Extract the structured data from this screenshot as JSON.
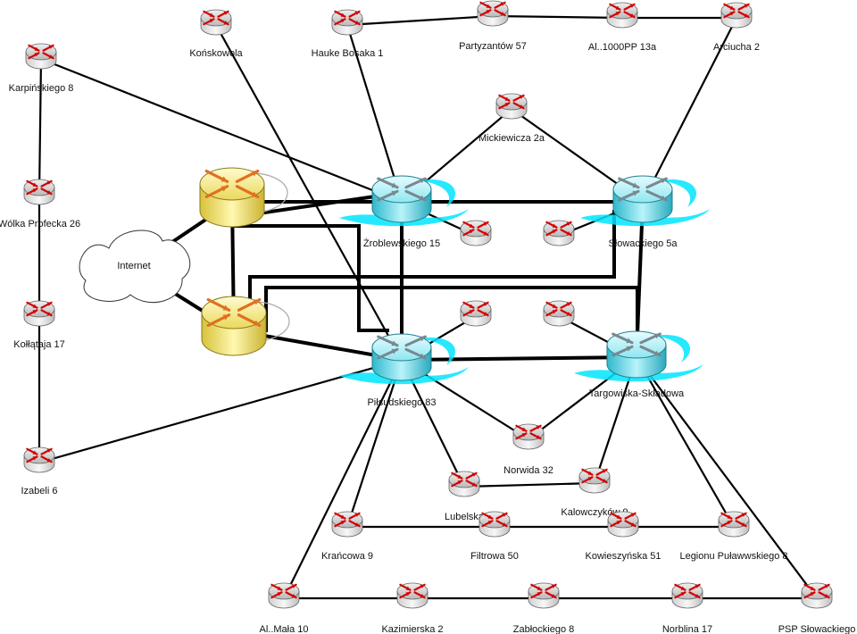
{
  "colors": {
    "router_top": "#c0c0c0",
    "router_side": "#e2e2e2",
    "router_arrow": "#d40000",
    "core_router": "#55d8e8",
    "core_glow": "#00e5ff",
    "border_router": "#f2e66b",
    "border_arrow": "#e07020",
    "line": "#000000"
  },
  "cloud": {
    "label": "Internet"
  },
  "routers": [
    {
      "id": "konskowola",
      "label": "Końskowola",
      "kind": "small"
    },
    {
      "id": "hauke",
      "label": "Hauke Bosaka 1",
      "kind": "small"
    },
    {
      "id": "partyzantow",
      "label": "Partyzantów 57",
      "kind": "small"
    },
    {
      "id": "al1000pp",
      "label": "Al..1000PP 13a",
      "kind": "small"
    },
    {
      "id": "arciucha",
      "label": "Arciucha 2",
      "kind": "small"
    },
    {
      "id": "karpinskiego",
      "label": "Karpińskiego 8",
      "kind": "small"
    },
    {
      "id": "mickiewicza",
      "label": "Mickiewicza 2a",
      "kind": "small"
    },
    {
      "id": "wolka",
      "label": "Wólka Profecka 26",
      "kind": "small"
    },
    {
      "id": "border1",
      "label": "",
      "kind": "border"
    },
    {
      "id": "border2",
      "label": "",
      "kind": "border"
    },
    {
      "id": "zroblewskiego",
      "label": "Żroblewskiego 15",
      "kind": "core"
    },
    {
      "id": "slowackiego",
      "label": "Słowackiego 5a",
      "kind": "core"
    },
    {
      "id": "unl1",
      "label": "",
      "kind": "small"
    },
    {
      "id": "unl2",
      "label": "",
      "kind": "small"
    },
    {
      "id": "unl3",
      "label": "",
      "kind": "small"
    },
    {
      "id": "unl4",
      "label": "",
      "kind": "small"
    },
    {
      "id": "kollataja",
      "label": "Kołłątaja 17",
      "kind": "small"
    },
    {
      "id": "pilsudskiego",
      "label": "Piłsudskiego 83",
      "kind": "core"
    },
    {
      "id": "targowiska",
      "label": "Targowiska-Składowa",
      "kind": "core"
    },
    {
      "id": "norwida",
      "label": "Norwida 32",
      "kind": "small"
    },
    {
      "id": "izabeli",
      "label": "Izabeli 6",
      "kind": "small"
    },
    {
      "id": "lubelska",
      "label": "Lubelska",
      "kind": "small"
    },
    {
      "id": "kalowczykow",
      "label": "Kalowczyków 9",
      "kind": "small"
    },
    {
      "id": "krancowa",
      "label": "Krańcowa 9",
      "kind": "small"
    },
    {
      "id": "filtrowa",
      "label": "Filtrowa 50",
      "kind": "small"
    },
    {
      "id": "kowieszynska",
      "label": "Kowieszyńska 51",
      "kind": "small"
    },
    {
      "id": "legionu",
      "label": "Legionu Puławwskiego 8",
      "kind": "small"
    },
    {
      "id": "almala",
      "label": "Al..Mała 10",
      "kind": "small"
    },
    {
      "id": "kazimierska",
      "label": "Kazimierska 2",
      "kind": "small"
    },
    {
      "id": "zablockiego",
      "label": "Zabłockiego 8",
      "kind": "small"
    },
    {
      "id": "norblina",
      "label": "Norblina 17",
      "kind": "small"
    },
    {
      "id": "psp",
      "label": "PSP Słowackiego",
      "kind": "small"
    }
  ],
  "links": [
    {
      "from": "hauke",
      "to": "partyzantow",
      "w": "thin"
    },
    {
      "from": "partyzantow",
      "to": "al1000pp",
      "w": "thin"
    },
    {
      "from": "al1000pp",
      "to": "arciucha",
      "w": "thin"
    },
    {
      "from": "hauke",
      "to": "zroblewskiego",
      "w": "thin"
    },
    {
      "from": "konskowola",
      "to": "pilsudskiego",
      "w": "thin"
    },
    {
      "from": "arciucha",
      "to": "slowackiego",
      "w": "thin"
    },
    {
      "from": "mickiewicza",
      "to": "zroblewskiego",
      "w": "thin"
    },
    {
      "from": "mickiewicza",
      "to": "slowackiego",
      "w": "thin"
    },
    {
      "from": "karpinskiego",
      "to": "zroblewskiego",
      "w": "thin"
    },
    {
      "from": "karpinskiego",
      "to": "wolka",
      "w": "thin"
    },
    {
      "from": "wolka",
      "to": "kollataja",
      "w": "thin"
    },
    {
      "from": "kollataja",
      "to": "izabeli",
      "w": "thin"
    },
    {
      "from": "izabeli",
      "to": "pilsudskiego",
      "w": "thin"
    },
    {
      "from": "zroblewskiego",
      "to": "unl1",
      "w": "thin"
    },
    {
      "from": "slowackiego",
      "to": "unl2",
      "w": "thin"
    },
    {
      "from": "pilsudskiego",
      "to": "unl3",
      "w": "thin"
    },
    {
      "from": "targowiska",
      "to": "unl4",
      "w": "thin"
    },
    {
      "from": "pilsudskiego",
      "to": "norwida",
      "w": "thin"
    },
    {
      "from": "norwida",
      "to": "targowiska",
      "w": "thin"
    },
    {
      "from": "pilsudskiego",
      "to": "lubelska",
      "w": "thin"
    },
    {
      "from": "lubelska",
      "to": "kalowczykow",
      "w": "thin"
    },
    {
      "from": "kalowczykow",
      "to": "targowiska",
      "w": "thin"
    },
    {
      "from": "pilsudskiego",
      "to": "krancowa",
      "w": "thin"
    },
    {
      "from": "krancowa",
      "to": "filtrowa",
      "w": "thin"
    },
    {
      "from": "filtrowa",
      "to": "kowieszynska",
      "w": "thin"
    },
    {
      "from": "kowieszynska",
      "to": "legionu",
      "w": "thin"
    },
    {
      "from": "legionu",
      "to": "targowiska",
      "w": "thin"
    },
    {
      "from": "pilsudskiego",
      "to": "almala",
      "w": "thin"
    },
    {
      "from": "almala",
      "to": "kazimierska",
      "w": "thin"
    },
    {
      "from": "kazimierska",
      "to": "zablockiego",
      "w": "thin"
    },
    {
      "from": "zablockiego",
      "to": "norblina",
      "w": "thin"
    },
    {
      "from": "norblina",
      "to": "psp",
      "w": "thin"
    },
    {
      "from": "psp",
      "to": "targowiska",
      "w": "thin"
    },
    {
      "from": "border1",
      "to": "zroblewskiego",
      "w": "thick"
    },
    {
      "from": "border2",
      "to": "pilsudskiego",
      "w": "thick"
    },
    {
      "from": "border1",
      "to": "border2",
      "w": "thick"
    },
    {
      "from": "zroblewskiego",
      "to": "pilsudskiego",
      "w": "thick"
    },
    {
      "from": "zroblewskiego",
      "to": "slowackiego",
      "w": "thick"
    },
    {
      "from": "slowackiego",
      "to": "targowiska",
      "w": "thick"
    },
    {
      "from": "pilsudskiego",
      "to": "targowiska",
      "w": "thick"
    },
    {
      "from": "cloud",
      "to": "border1",
      "w": "thick"
    },
    {
      "from": "cloud",
      "to": "border2",
      "w": "thick"
    }
  ]
}
